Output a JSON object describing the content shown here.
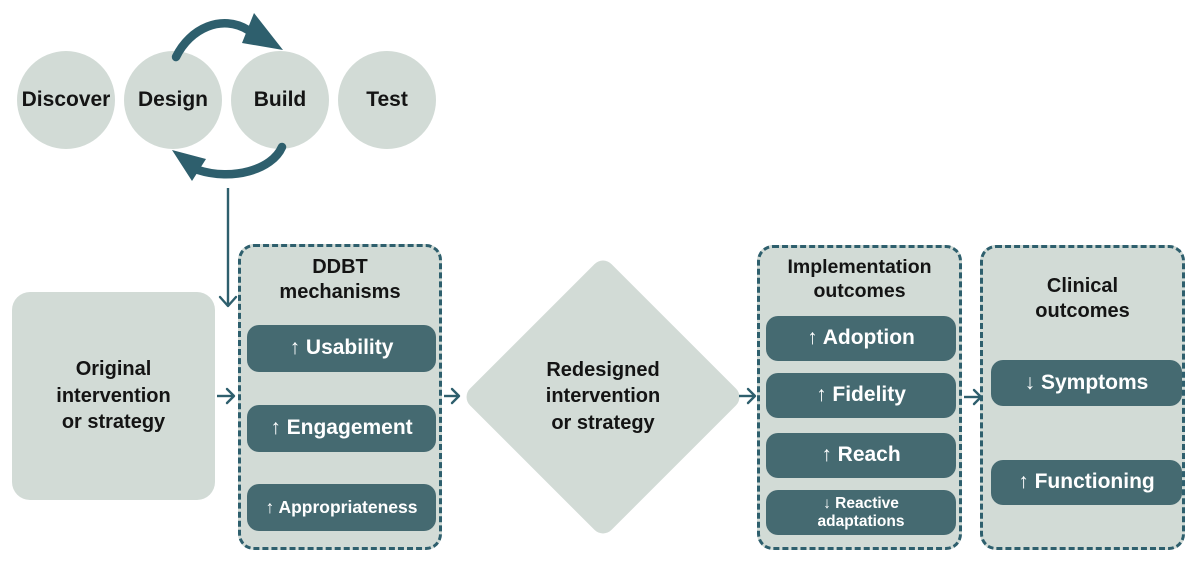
{
  "colors": {
    "node_fill": "#d2dbd6",
    "accent_teal": "#2e5f6d",
    "pill_fill": "#456a71",
    "pill_text": "#ffffff",
    "text": "#141414"
  },
  "cycle": {
    "steps": [
      {
        "label": "Discover"
      },
      {
        "label": "Design"
      },
      {
        "label": "Build"
      },
      {
        "label": "Test"
      }
    ]
  },
  "flow": {
    "original": {
      "label": "Original intervention or strategy"
    },
    "ddbt": {
      "title": "DDBT mechanisms",
      "pills": [
        "↑ Usability",
        "↑ Engagement",
        "↑ Appropriateness"
      ]
    },
    "redesigned": {
      "label": "Redesigned intervention or strategy"
    },
    "implementation": {
      "title": "Implementation outcomes",
      "pills": [
        "↑ Adoption",
        "↑ Fidelity",
        "↑ Reach",
        "↓ Reactive adaptations"
      ]
    },
    "clinical": {
      "title": "Clinical outcomes",
      "pills": [
        "↓ Symptoms",
        "↑ Functioning"
      ]
    }
  }
}
